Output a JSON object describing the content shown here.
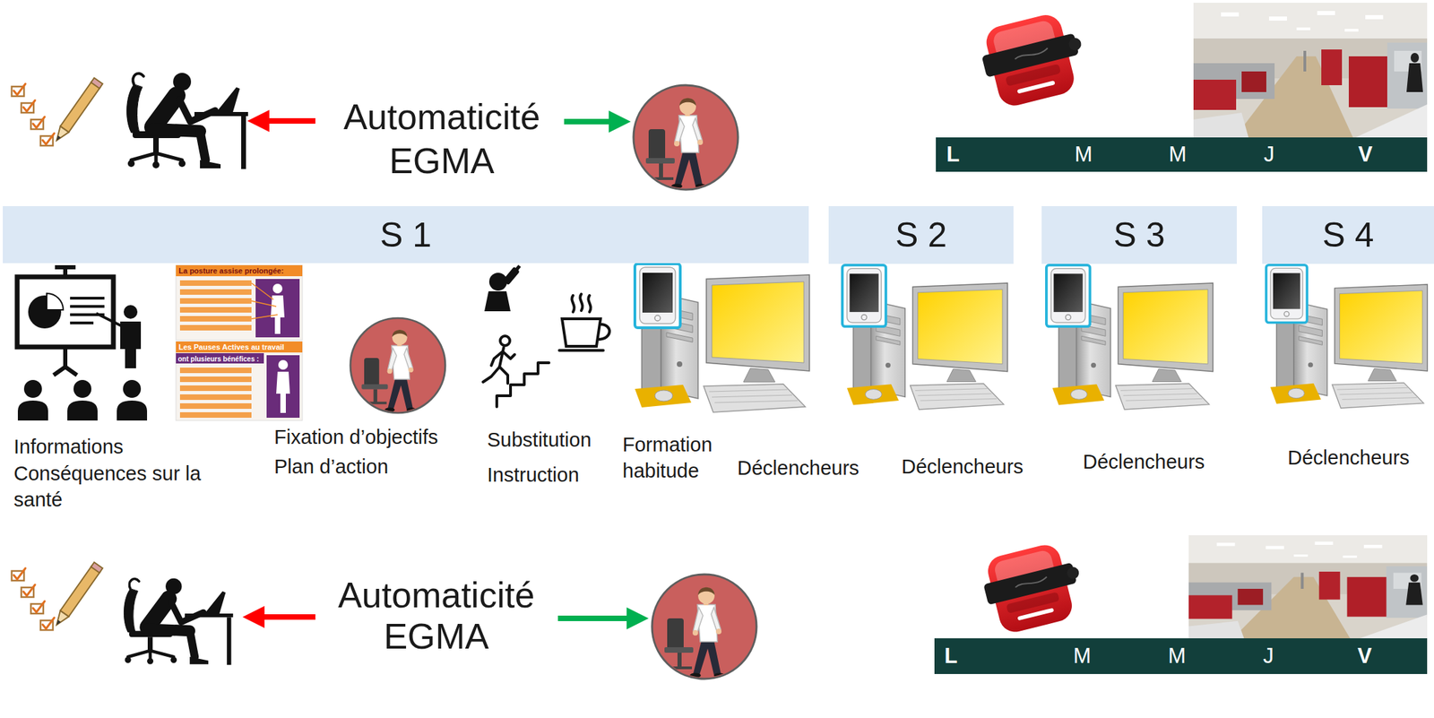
{
  "diagram": {
    "nodes": [
      {
        "text": [
          "L",
          "M",
          "M",
          "J",
          "V"
        ]
      },
      {
        "text": [
          "S 1"
        ]
      },
      {
        "text": [
          "S 2"
        ]
      },
      {
        "text": [
          "S 3"
        ]
      },
      {
        "text": [
          "S 4"
        ]
      },
      {
        "text": [
          "L",
          "M",
          "M",
          "J",
          "V"
        ]
      }
    ],
    "labels": [
      "Automaticité EGMA",
      "La posture assise prolongée:",
      "Les Pauses Actives au travail",
      "ont plusieurs bénéfices :",
      "Informations",
      "Conséquences sur la santé",
      "Fixation d’objectifs",
      "Plan d’action",
      "Substitution",
      "Instruction",
      "Formation habitude",
      "Déclencheurs",
      "Déclencheurs",
      "Déclencheurs",
      "Déclencheurs",
      "Automaticité EGMA"
    ]
  }
}
